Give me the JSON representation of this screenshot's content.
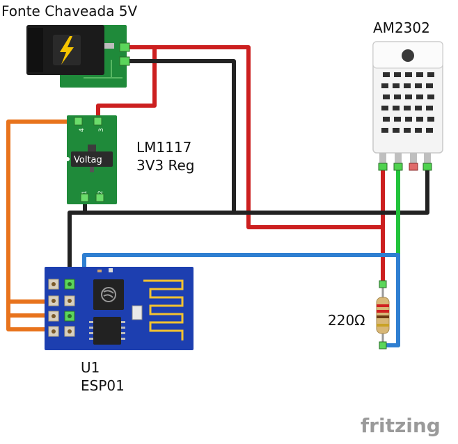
{
  "labels": {
    "power_supply": "Fonte Chaveada 5V",
    "sensor": "AM2302",
    "regulator_line1": "LM1117",
    "regulator_line2": "3V3 Reg",
    "regulator_chip": "Voltag",
    "regulator_pin4": "4",
    "regulator_pin3": "3",
    "regulator_pin1": "1",
    "regulator_pin2": "2",
    "module_line1": "U1",
    "module_line2": "ESP01",
    "resistor": "220Ω",
    "brand": "fritzing"
  },
  "colors": {
    "wire_red": "#cc1f1f",
    "wire_black": "#222222",
    "wire_orange": "#e8731c",
    "wire_blue": "#2f7fd1",
    "wire_green": "#21c23a",
    "pcb_green": "#1f8a3a",
    "esp_blue": "#1d3fb0",
    "brand_gray": "#9a9a9a"
  }
}
